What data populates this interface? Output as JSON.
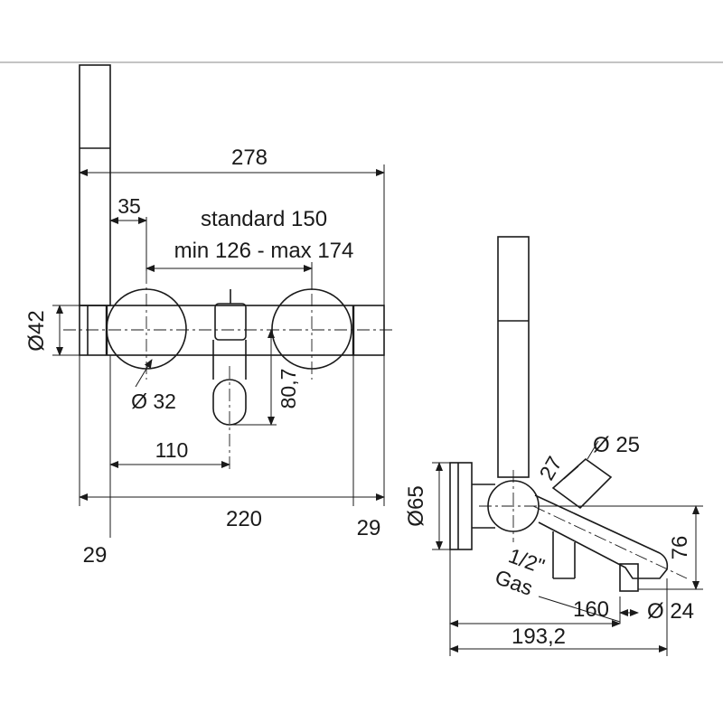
{
  "front_view": {
    "dim_total_width": "278",
    "dim_offset": "35",
    "dim_center_note_1": "standard 150",
    "dim_center_note_2": "min 126 - max 174",
    "dim_bar_diameter": "Ø42",
    "dim_inlet_diameter": "Ø 32",
    "dim_spout_drop": "80,7",
    "dim_spout_offset": "110",
    "dim_body_width": "220",
    "dim_end_left": "29",
    "dim_end_right": "29"
  },
  "side_view": {
    "dim_rosette_diameter": "Ø65",
    "dim_handle_diameter": "Ø 25",
    "dim_handle_offset": "27",
    "dim_connection_1": "1/2\"",
    "dim_connection_2": "Gas",
    "dim_spout_length": "160",
    "dim_outlet_diameter": "Ø 24",
    "dim_height": "76",
    "dim_total_depth": "193,2"
  },
  "colors": {
    "line": "#1a1a1a",
    "background": "#ffffff"
  }
}
